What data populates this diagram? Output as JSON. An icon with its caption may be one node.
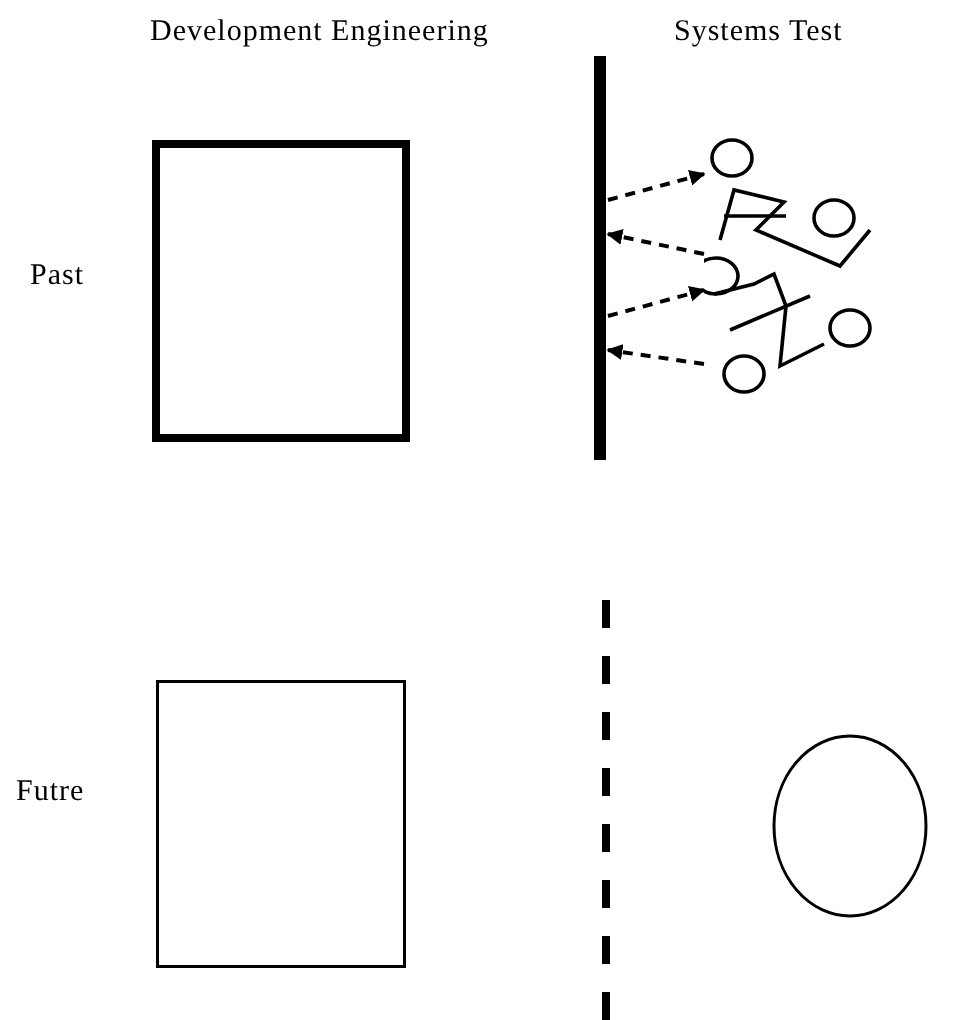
{
  "diagram": {
    "nodes": [
      {
        "text": [],
        "shape": "box"
      },
      {
        "text": [],
        "shape": "bar"
      },
      {
        "text": [],
        "shape": "picture"
      },
      {
        "text": [],
        "shape": "box"
      },
      {
        "text": [],
        "shape": "bar"
      },
      {
        "text": [],
        "shape": "circle"
      }
    ],
    "edges": [
      {
        "from": 1,
        "to": 2,
        "arrow": "to",
        "style": "dashed"
      },
      {
        "from": 2,
        "to": 1,
        "arrow": "to",
        "style": "dashed"
      },
      {
        "from": 1,
        "to": 2,
        "arrow": "to",
        "style": "dashed"
      },
      {
        "from": 2,
        "to": 1,
        "arrow": "to",
        "style": "dashed"
      }
    ],
    "labels": [
      "Development Engineering",
      "Systems Test",
      "Past",
      "Futre"
    ]
  }
}
